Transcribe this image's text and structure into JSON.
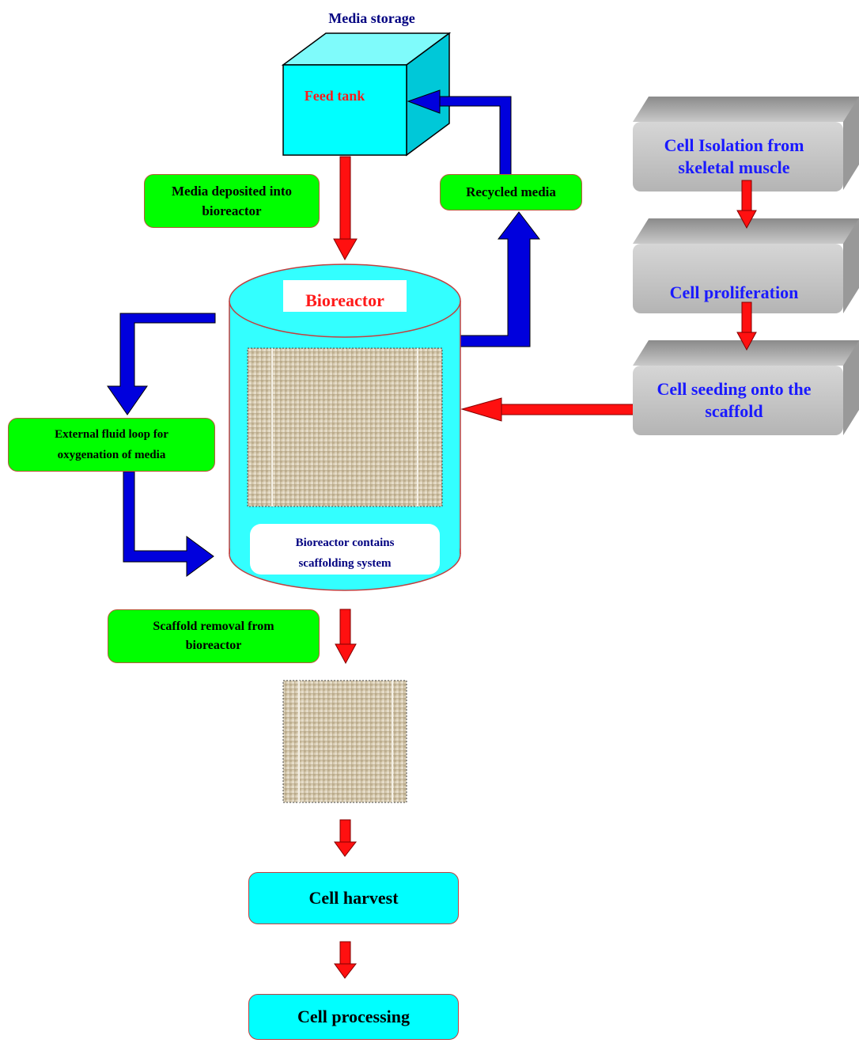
{
  "storage_label": "Media storage",
  "feed_tank_label": "Feed tank",
  "media_deposited": {
    "line1": "Media deposited into",
    "line2": "bioreactor"
  },
  "recycled_media": "Recycled media",
  "bioreactor_title": "Bioreactor",
  "bioreactor_contains": {
    "line1": "Bioreactor contains",
    "line2": "scaffolding system"
  },
  "external_loop": {
    "line1": "External fluid loop for",
    "line2": "oxygenation of media"
  },
  "scaffold_removal": {
    "line1": "Scaffold removal from",
    "line2": "bioreactor"
  },
  "cell_isolation": {
    "line1": "Cell Isolation from",
    "line2": "skeletal muscle"
  },
  "cell_proliferation": "Cell proliferation",
  "cell_seeding": {
    "line1": "Cell seeding onto the",
    "line2": "scaffold"
  },
  "cell_harvest": "Cell harvest",
  "cell_processing": "Cell processing",
  "colors": {
    "cyan": "#00ffff",
    "green": "#00ff00",
    "blue_arrow": "#0000dd",
    "red_arrow": "#ff1010",
    "grey_block": "#c8c8c8",
    "scaffold": "#d8ccb2"
  }
}
